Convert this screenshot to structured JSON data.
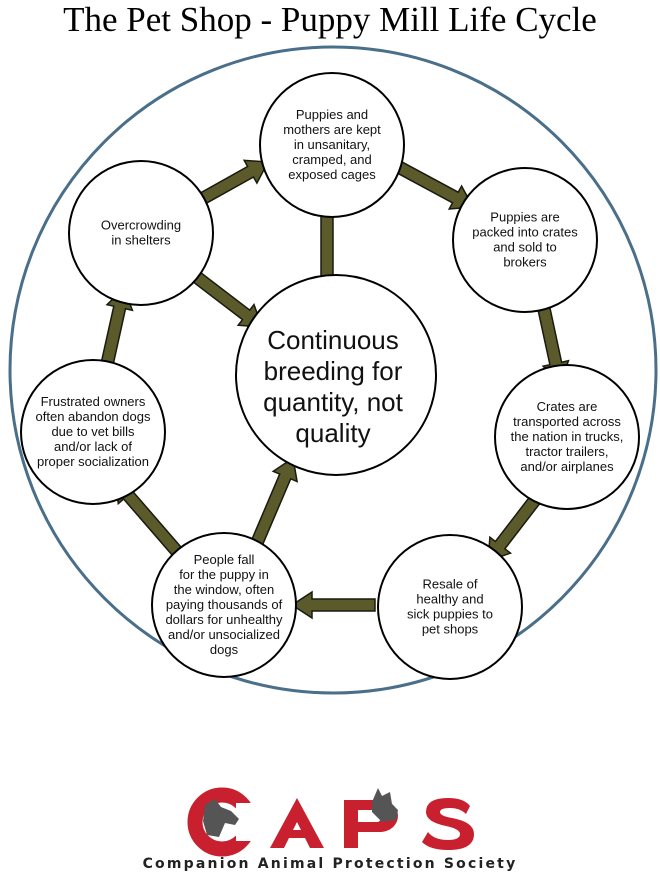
{
  "title": "The Pet Shop - Puppy Mill Life Cycle",
  "diagram": {
    "center": {
      "lines": [
        "Continuous",
        "breeding for",
        "quantity, not",
        "quality"
      ]
    },
    "nodes": [
      {
        "id": "cages",
        "lines": [
          "Puppies and",
          "mothers are kept",
          "in unsanitary,",
          "cramped, and",
          "exposed cages"
        ]
      },
      {
        "id": "crates",
        "lines": [
          "Puppies are",
          "packed into crates",
          "and sold to",
          "brokers"
        ]
      },
      {
        "id": "transport",
        "lines": [
          "Crates are",
          "transported across",
          "the nation in trucks,",
          "tractor trailers,",
          "and/or airplanes"
        ]
      },
      {
        "id": "resale",
        "lines": [
          "Resale of",
          "healthy and",
          "sick puppies to",
          "pet shops"
        ]
      },
      {
        "id": "people",
        "lines": [
          "People fall",
          "for the puppy in",
          "the window, often",
          "paying thousands  of",
          "dollars for unhealthy",
          "and/or unsocialized",
          "dogs"
        ]
      },
      {
        "id": "owners",
        "lines": [
          "Frustrated owners",
          "often abandon dogs",
          "due to vet bills",
          "and/or lack of",
          "proper socialization"
        ]
      },
      {
        "id": "shelters",
        "lines": [
          "Overcrowding",
          "in shelters"
        ]
      }
    ],
    "colors": {
      "arrow_fill": "#5a5a2a",
      "arrow_stroke": "#1a1a10",
      "outer_circle": "#4a6f8a"
    }
  },
  "logo": {
    "letters": [
      "C",
      "A",
      "P",
      "S"
    ],
    "tagline": "Companion Animal Protection Society",
    "color": "#c8202e"
  }
}
